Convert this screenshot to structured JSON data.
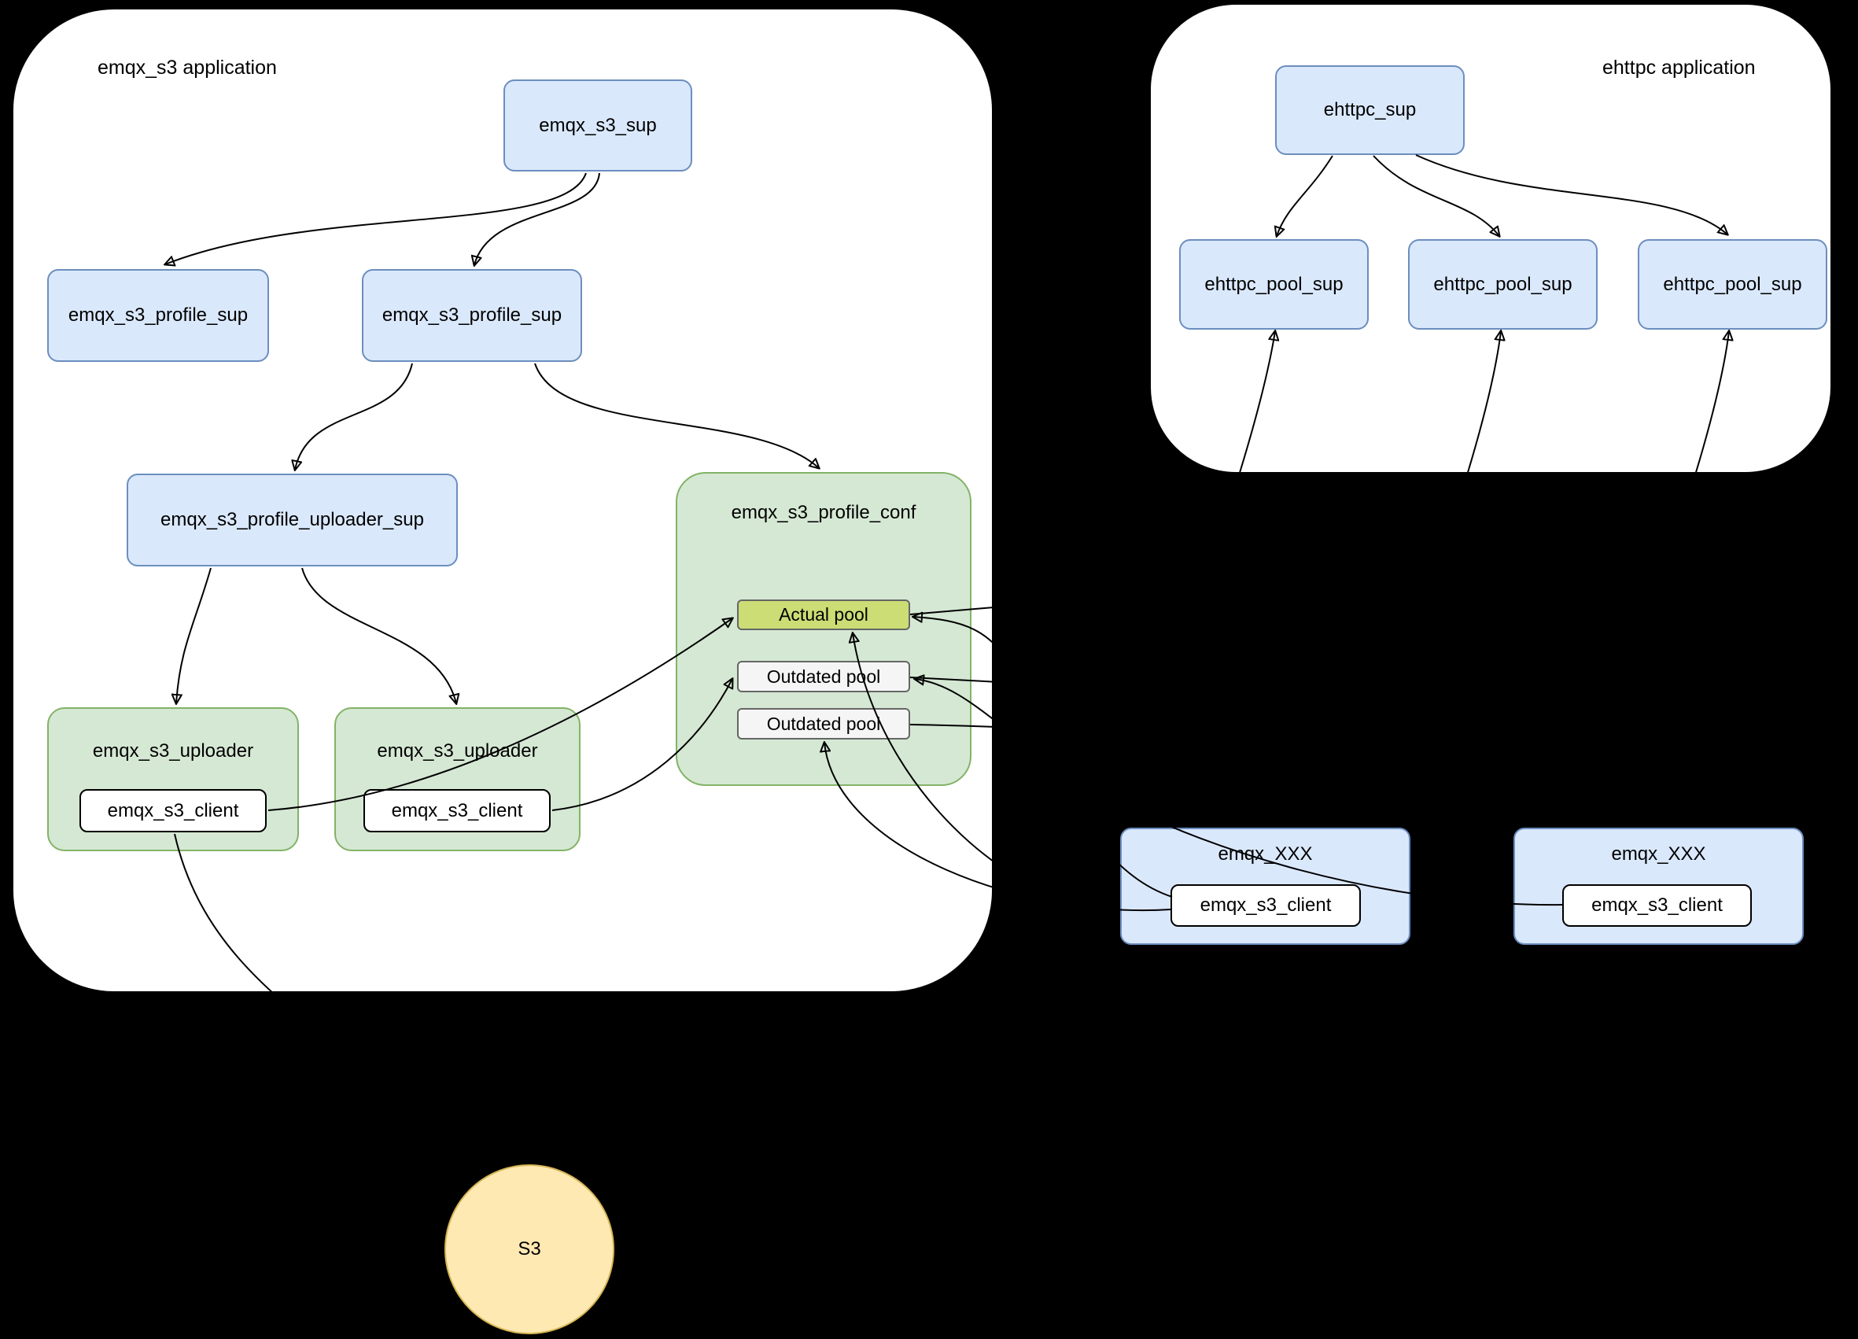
{
  "containers": {
    "emqx_s3_app": {
      "label": "emqx_s3 application"
    },
    "ehttpc_app": {
      "label": "ehttpc application"
    }
  },
  "nodes": {
    "emqx_s3_sup": {
      "label": "emqx_s3_sup"
    },
    "profile_sup_left": {
      "label": "emqx_s3_profile_sup"
    },
    "profile_sup_mid": {
      "label": "emqx_s3_profile_sup"
    },
    "profile_uploader_sup": {
      "label": "emqx_s3_profile_uploader_sup"
    },
    "profile_conf": {
      "label": "emqx_s3_profile_conf"
    },
    "actual_pool": {
      "label": "Actual pool"
    },
    "outdated_pool_1": {
      "label": "Outdated pool"
    },
    "outdated_pool_2": {
      "label": "Outdated pool"
    },
    "uploader_left": {
      "label": "emqx_s3_uploader"
    },
    "uploader_right": {
      "label": "emqx_s3_uploader"
    },
    "client_left": {
      "label": "emqx_s3_client"
    },
    "client_right": {
      "label": "emqx_s3_client"
    },
    "ehttpc_sup": {
      "label": "ehttpc_sup"
    },
    "ehttpc_pool_sup_1": {
      "label": "ehttpc_pool_sup"
    },
    "ehttpc_pool_sup_2": {
      "label": "ehttpc_pool_sup"
    },
    "ehttpc_pool_sup_3": {
      "label": "ehttpc_pool_sup"
    },
    "emqx_xxx_left": {
      "label": "emqx_XXX"
    },
    "emqx_xxx_right": {
      "label": "emqx_XXX"
    },
    "xxx_client_left": {
      "label": "emqx_s3_client"
    },
    "xxx_client_right": {
      "label": "emqx_s3_client"
    },
    "s3": {
      "label": "S3"
    }
  },
  "edges": [
    {
      "from": "emqx_s3_sup",
      "to": "profile_sup_left"
    },
    {
      "from": "emqx_s3_sup",
      "to": "profile_sup_mid"
    },
    {
      "from": "profile_sup_mid",
      "to": "profile_uploader_sup"
    },
    {
      "from": "profile_sup_mid",
      "to": "profile_conf"
    },
    {
      "from": "profile_uploader_sup",
      "to": "uploader_left"
    },
    {
      "from": "profile_uploader_sup",
      "to": "uploader_right"
    },
    {
      "from": "client_left",
      "to": "actual_pool"
    },
    {
      "from": "client_right",
      "to": "outdated_pool_1"
    },
    {
      "from": "client_left",
      "to": "s3"
    },
    {
      "from": "ehttpc_sup",
      "to": "ehttpc_pool_sup_1"
    },
    {
      "from": "ehttpc_sup",
      "to": "ehttpc_pool_sup_2"
    },
    {
      "from": "ehttpc_sup",
      "to": "ehttpc_pool_sup_3"
    },
    {
      "from": "actual_pool",
      "to": "ehttpc_pool_sup_1"
    },
    {
      "from": "outdated_pool_1",
      "to": "ehttpc_pool_sup_2"
    },
    {
      "from": "outdated_pool_2",
      "to": "ehttpc_pool_sup_3"
    },
    {
      "from": "xxx_client_left",
      "to": "actual_pool"
    },
    {
      "from": "xxx_client_left",
      "to": "outdated_pool_2"
    },
    {
      "from": "xxx_client_right",
      "to": "outdated_pool_1"
    },
    {
      "from": "xxx_client_right",
      "to": "actual_pool"
    }
  ],
  "colors": {
    "background": "#000000",
    "container_fill": "#ffffff",
    "blue_fill": "#dae8fc",
    "blue_border": "#6c8ebf",
    "green_fill": "#d5e8d4",
    "green_border": "#82b366",
    "lime_fill": "#cbdd74",
    "gray_fill": "#f5f5f5",
    "gray_border": "#666666",
    "yellow_fill": "#ffe9b3",
    "yellow_border": "#d6b656",
    "edge": "#000000"
  }
}
